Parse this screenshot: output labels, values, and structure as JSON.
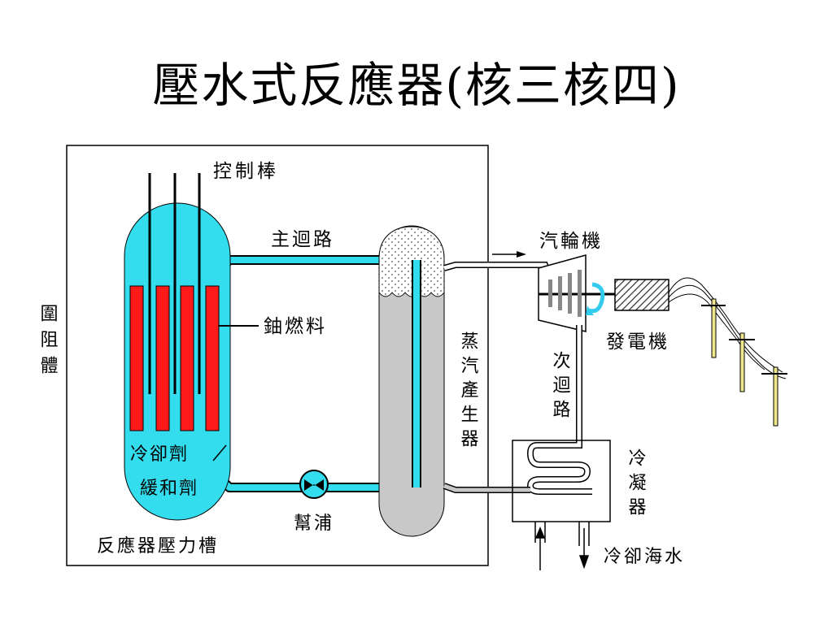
{
  "title": "壓水式反應器(核三核四)",
  "labels": {
    "control_rods": "控制棒",
    "primary_loop": "主迴路",
    "uranium_fuel": "鈾燃料",
    "containment": "圍阻體",
    "coolant": "冷卻劑",
    "moderator": "緩和劑",
    "pump": "幫浦",
    "pressure_vessel": "反應器壓力槽",
    "steam_generator": "蒸汽產生器",
    "turbine": "汽輪機",
    "generator": "發電機",
    "secondary_loop": "次迴路",
    "condenser": "冷凝器",
    "cooling_seawater": "冷卻海水"
  },
  "colors": {
    "vessel": "#33ddee",
    "fuel": "#ff1a1a",
    "steam_generator": "#c8c8c8",
    "pipe": "#33ddee",
    "secondary_pipe": "#c8c8c8"
  }
}
